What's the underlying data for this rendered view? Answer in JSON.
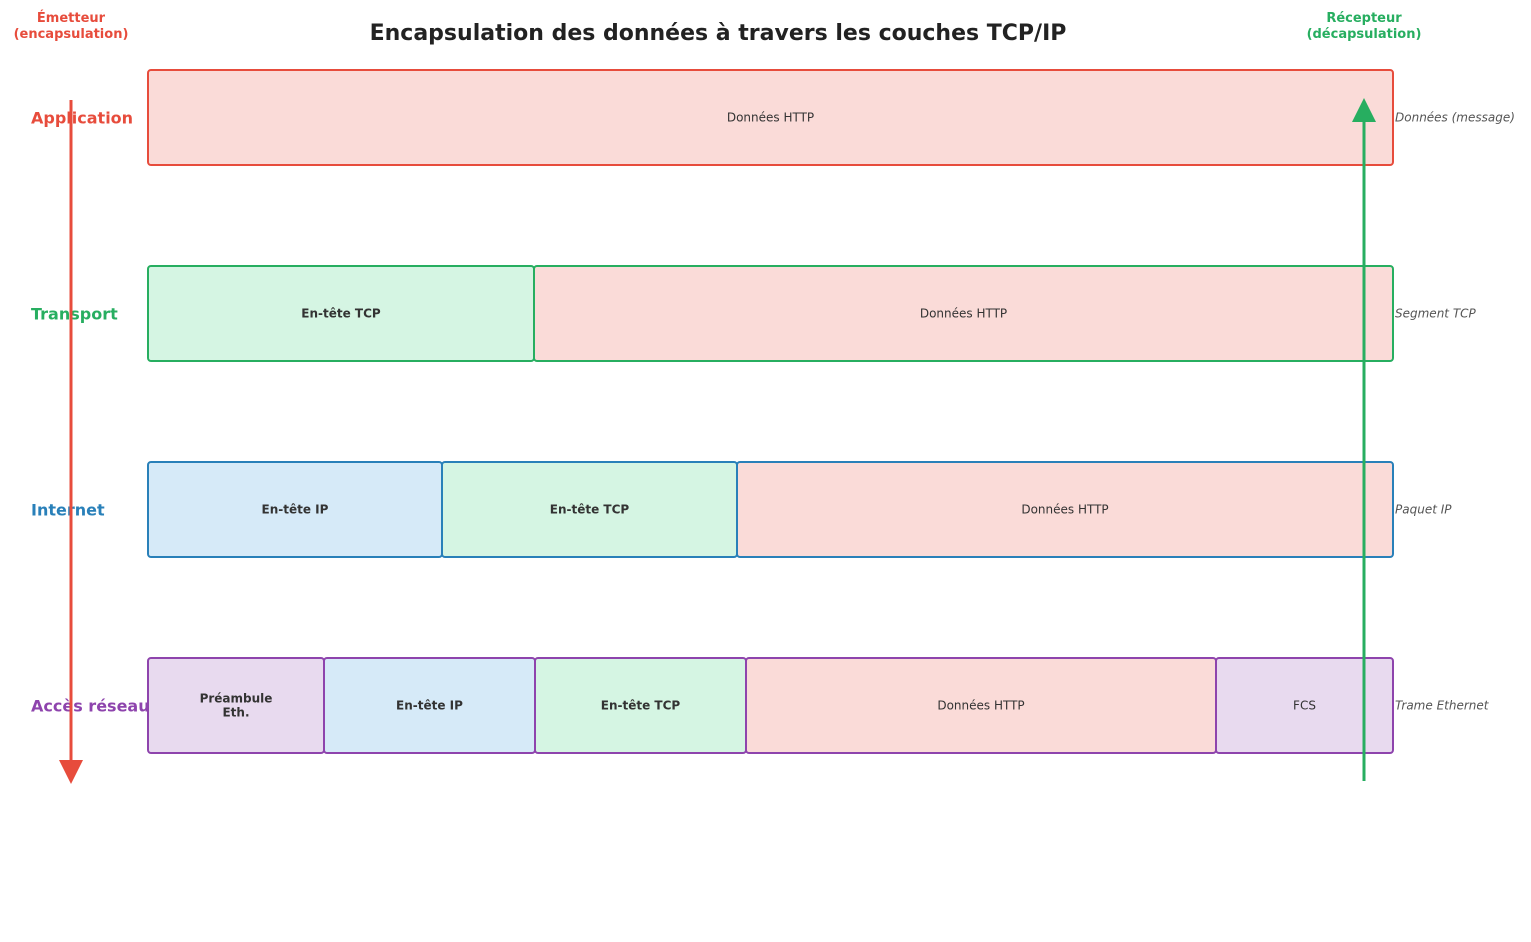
{
  "title": "Encapsulation des données à travers les couches TCP/IP",
  "sender": {
    "line1": "Émetteur",
    "line2": "(encapsulation)",
    "color": "#e74c3c"
  },
  "receiver": {
    "line1": "Récepteur",
    "line2": "(décapsulation)",
    "color": "#27ae60"
  },
  "layers": [
    {
      "name": "Application",
      "pdu": "Données (message)",
      "color": "#e74c3c",
      "blocks": [
        {
          "label": "Données HTTP",
          "type": "data"
        }
      ]
    },
    {
      "name": "Transport",
      "pdu": "Segment TCP",
      "color": "#27ae60",
      "blocks": [
        {
          "label": "En-tête TCP",
          "type": "tcp"
        },
        {
          "label": "Données HTTP",
          "type": "data"
        }
      ]
    },
    {
      "name": "Internet",
      "pdu": "Paquet IP",
      "color": "#2980b9",
      "blocks": [
        {
          "label": "En-tête IP",
          "type": "ip"
        },
        {
          "label": "En-tête TCP",
          "type": "tcp"
        },
        {
          "label": "Données HTTP",
          "type": "data"
        }
      ]
    },
    {
      "name": "Accès réseau",
      "pdu": "Trame Ethernet",
      "color": "#8e44ad",
      "blocks": [
        {
          "label": "Préambule\nEth.",
          "type": "eth"
        },
        {
          "label": "En-tête IP",
          "type": "ip"
        },
        {
          "label": "En-tête TCP",
          "type": "tcp"
        },
        {
          "label": "Données HTTP",
          "type": "data"
        },
        {
          "label": "FCS",
          "type": "eth"
        }
      ]
    }
  ],
  "block_fills": {
    "data": "#fadbd8",
    "tcp": "#d5f5e3",
    "ip": "#d6eaf8",
    "eth": "#e8daef"
  }
}
